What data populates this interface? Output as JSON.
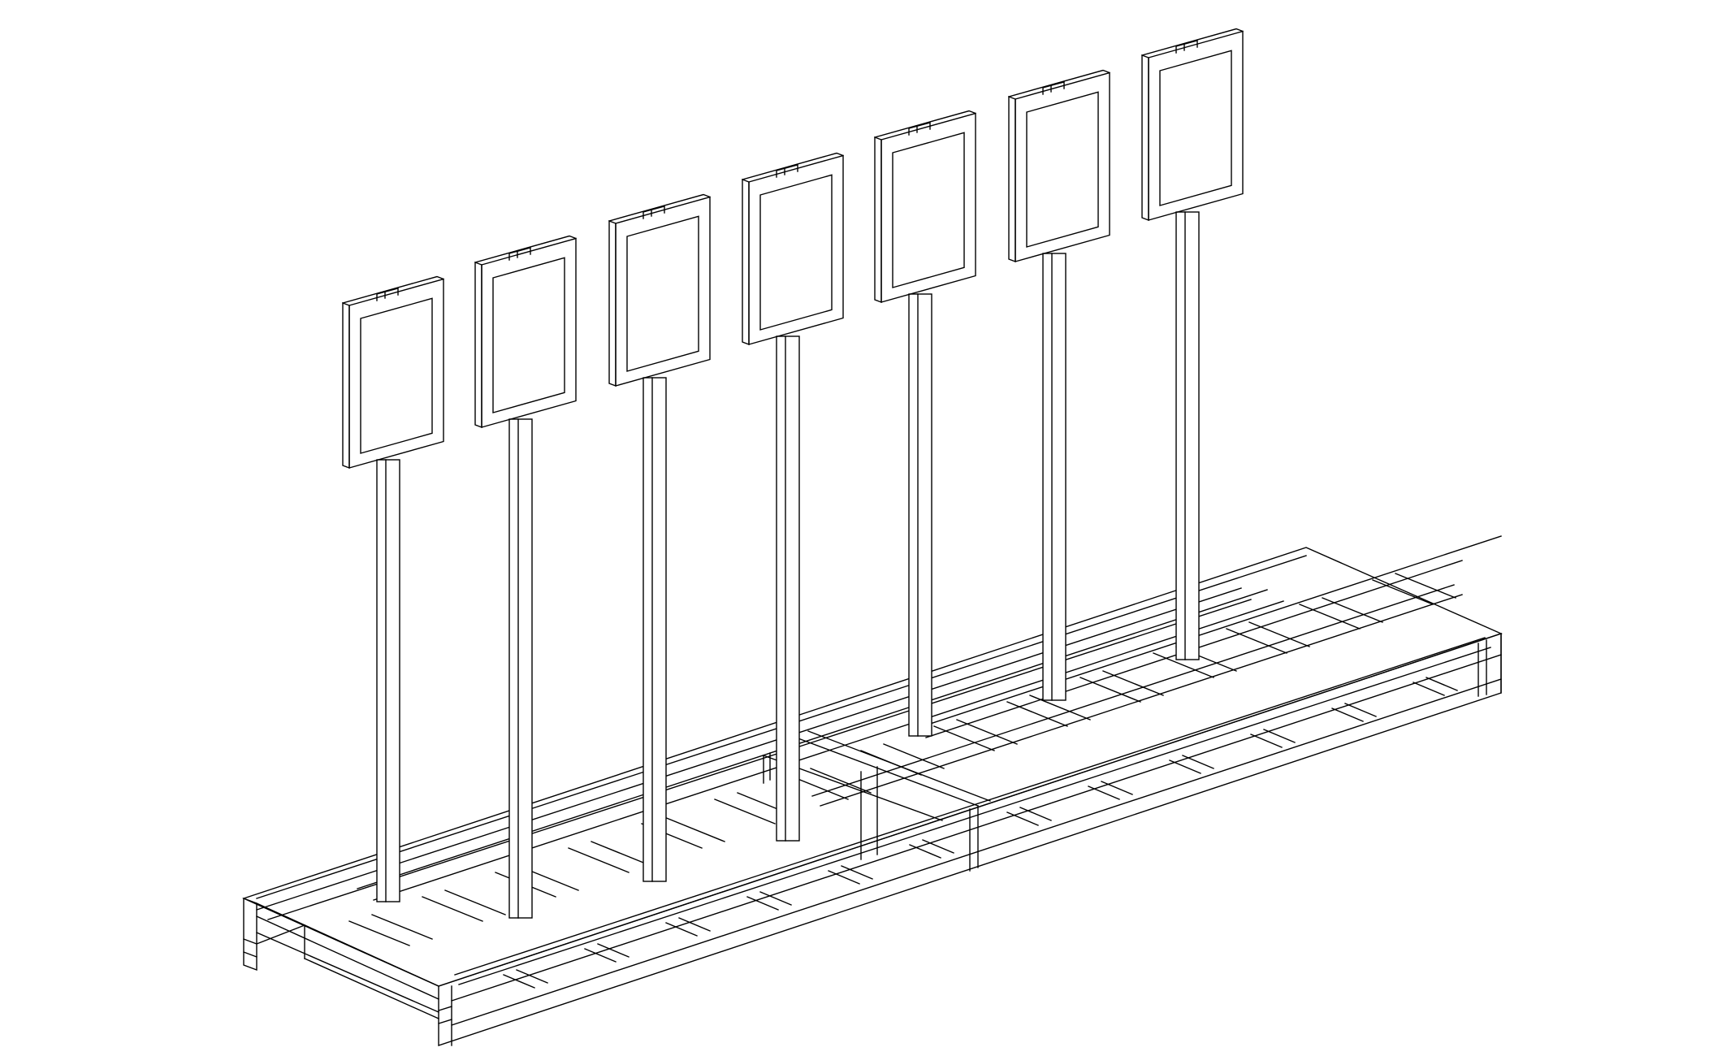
{
  "drawing": {
    "kind": "isometric line drawing",
    "subject": "sign-stand-row-on-pallet-base",
    "line_color": "#000000",
    "background_color": "#ffffff",
    "sign_count": 7,
    "base_modules": 2
  }
}
